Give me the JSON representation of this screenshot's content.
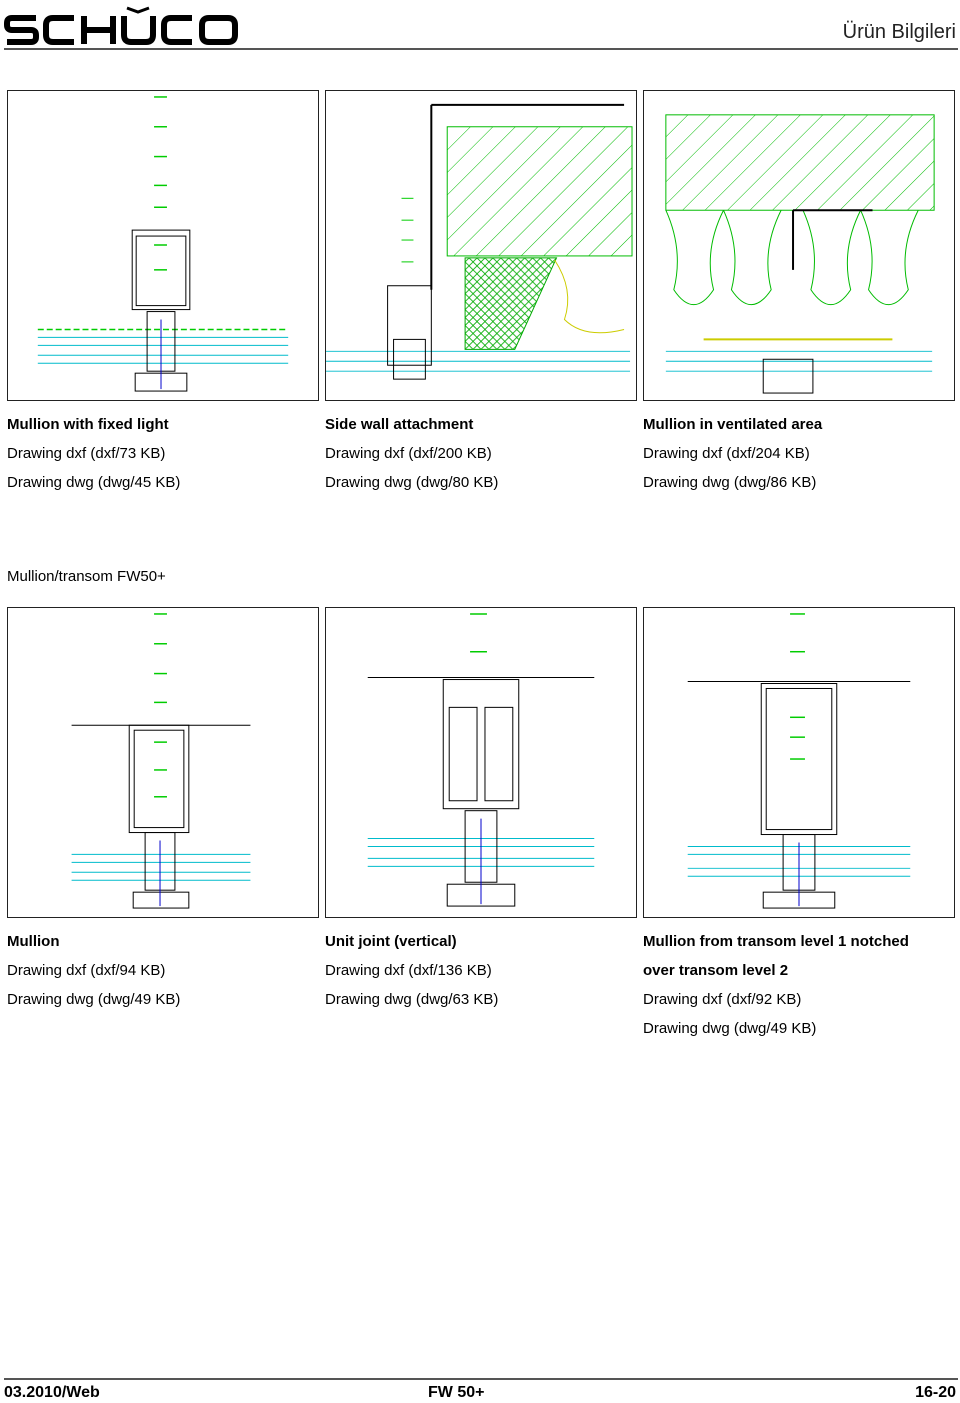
{
  "header": {
    "title": "Ürün Bilgileri",
    "logo_text": "SCHÜCO"
  },
  "section_title": "Mullion/transom  FW50+",
  "drawings": [
    {
      "title": "Mullion with fixed light",
      "lines": [
        "Drawing dxf (dxf/73 KB)",
        "Drawing dwg (dwg/45 KB)"
      ]
    },
    {
      "title": "Side wall attachment",
      "lines": [
        "Drawing dxf (dxf/200 KB)",
        "Drawing dwg (dwg/80 KB)"
      ]
    },
    {
      "title": "Mullion in ventilated area",
      "lines": [
        "Drawing dxf (dxf/204 KB)",
        "Drawing dwg (dwg/86 KB)"
      ]
    },
    {
      "title": "Mullion",
      "lines": [
        "Drawing dxf (dxf/94 KB)",
        "Drawing dwg (dwg/49 KB)"
      ]
    },
    {
      "title": "Unit joint (vertical)",
      "lines": [
        "Drawing dxf (dxf/136 KB)",
        "Drawing dwg (dwg/63 KB)"
      ]
    },
    {
      "title": "Mullion from transom level 1 notched",
      "title2": "over transom level 2",
      "lines": [
        "Drawing dxf (dxf/92 KB)",
        "Drawing dwg (dwg/49 KB)"
      ]
    }
  ],
  "footer": {
    "left": "03.2010/Web",
    "center": "FW 50+",
    "right": "16-20"
  }
}
